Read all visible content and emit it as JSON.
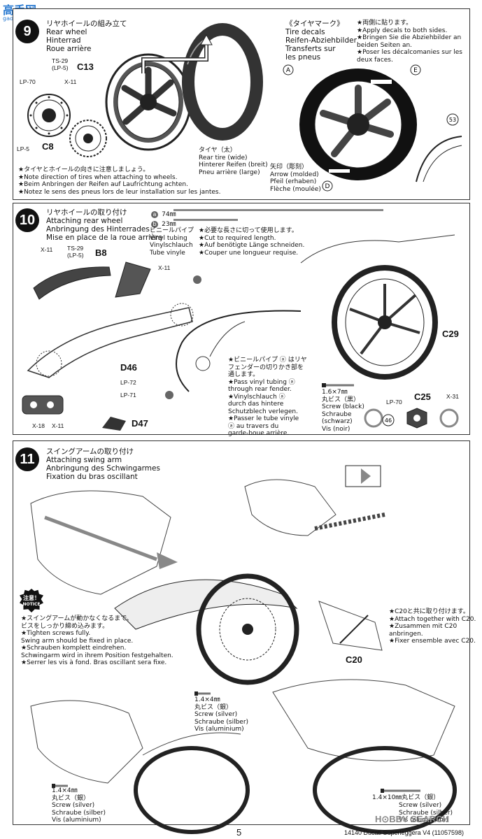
{
  "watermark_top": {
    "text": "gao.shou.com"
  },
  "step9": {
    "number": "9",
    "title_jp": "リヤホイールの組み立て",
    "title_en": "Rear wheel",
    "title_de": "Hinterrad",
    "title_fr": "Roue arrière",
    "parts": {
      "ts29": "TS-29",
      "lp5_paren": "(LP-5)",
      "c13": "C13",
      "lp70": "LP-70",
      "x11": "X-11",
      "c8": "C8",
      "lp5": "LP-5"
    },
    "tire_label": [
      "タイヤ（太）",
      "Rear tire (wide)",
      "Hinterer Reifen (breit)",
      "Pneu arrière (large)"
    ],
    "notes": [
      "★タイヤとホイールの向きに注意しましょう。",
      "★Note direction of tires when attaching to wheels.",
      "★Beim Anbringen der Reifen auf Laufrichtung achten.",
      "★Notez le sens des pneus lors de leur installation sur les jantes."
    ],
    "decal_title": [
      "《タイヤマーク》",
      "Tire decals",
      "Reifen-Abziehbilder",
      "Transferts sur",
      "les pneus"
    ],
    "decal_notes": [
      "★両側に貼ります。",
      "★Apply decals to both sides.",
      "★Bringen Sie die Abziehbilder an",
      "beiden Seiten an.",
      "★Poser les décalcomanies sur les",
      "deux faces."
    ],
    "decal_a": "A",
    "decal_e": "E",
    "decal_d": "D",
    "decal_53": "53",
    "arrow_label": [
      "矢印（彫刻）",
      "Arrow (molded)",
      "Pfeil (erhaben)",
      "Flèche (moulée)"
    ]
  },
  "step10": {
    "number": "10",
    "title_jp": "リヤホイールの取り付け",
    "title_en": "Attaching rear wheel",
    "title_de": "Anbringung des Hinterrades",
    "title_fr": "Mise en place de la roue arrière",
    "tube_a_len": "74㎜",
    "tube_b_len": "23㎜",
    "tube_a": "a",
    "tube_b": "b",
    "vinyl_label": [
      "ビニールパイプ",
      "Vinyl tubing",
      "Vinylschlauch",
      "Tube vinyle"
    ],
    "cut_notes": [
      "★必要な長さに切って使用します。",
      "★Cut to required length.",
      "★Auf benötigte Länge schneiden.",
      "★Couper une longueur requise."
    ],
    "pass_notes": [
      "★ビニールパイプ ⓐ はリヤ",
      "フェンダーの切りかき部を",
      "通します。",
      "★Pass vinyl tubing ⓐ",
      "through rear fender.",
      "★Vinylschlauch ⓐ",
      "durch das hintere",
      "Schutzblech verlegen.",
      "★Passer le tube vinyle",
      "ⓐ au travers du",
      "garde-boue arrière."
    ],
    "screw_label": [
      "1.6×7㎜",
      "丸ビス（黒）",
      "Screw (black)",
      "Schraube",
      "(schwarz)",
      "Vis (noir)"
    ],
    "parts": {
      "x11a": "X-11",
      "ts29": "TS-29",
      "lp5": "(LP-5)",
      "b8": "B8",
      "x11b": "X-11",
      "d46": "D46",
      "lp72": "LP-72",
      "lp71": "LP-71",
      "x18": "X-18",
      "x11c": "X-11",
      "d47": "D47",
      "c29": "C29",
      "c25": "C25",
      "lp70": "LP-70",
      "x31": "X-31",
      "n46": "46"
    }
  },
  "step11": {
    "number": "11",
    "title_jp": "スイングアームの取り付け",
    "title_en": "Attaching swing arm",
    "title_de": "Anbringung des Schwingarmes",
    "title_fr": "Fixation du bras oscillant",
    "notice": [
      "注意！",
      "NOTICE"
    ],
    "notice_lines": [
      "★スイングアームが動かなくなるまで、",
      "ビスをしっかり締め込みます。",
      "★Tighten screws fully.",
      "Swing arm should be fixed in place.",
      "★Schrauben komplett eindrehen.",
      "Schwingarm wird in ihrem Position festgehalten.",
      "★Serrer les vis à fond. Bras oscillant sera fixe."
    ],
    "c20_notes": [
      "★C20と共に取り付けます。",
      "★Attach together with C20.",
      "★Zusammen mit C20",
      "anbringen.",
      "★Fixer ensemble avec C20."
    ],
    "c20": "C20",
    "screw_mid": [
      "1.4×4㎜",
      "丸ビス（銀）",
      "Screw (silver)",
      "Schraube (silber)",
      "Vis (aluminium)"
    ],
    "screw_left": [
      "1.4×4㎜",
      "丸ビス（銀）",
      "Screw (silver)",
      "Schraube (silber)",
      "Vis (aluminium)"
    ],
    "screw_right_head": "1.4×10㎜丸ビス（銀）",
    "screw_right": [
      "Screw (silver)",
      "Schraube (silber)",
      "Vis (aluminium)"
    ]
  },
  "footer": {
    "page": "5",
    "code": "14140",
    "model": "Ducati Superleggera V4",
    "ref": "(11057598)",
    "brand": "H⊙BBY SEARCH"
  }
}
